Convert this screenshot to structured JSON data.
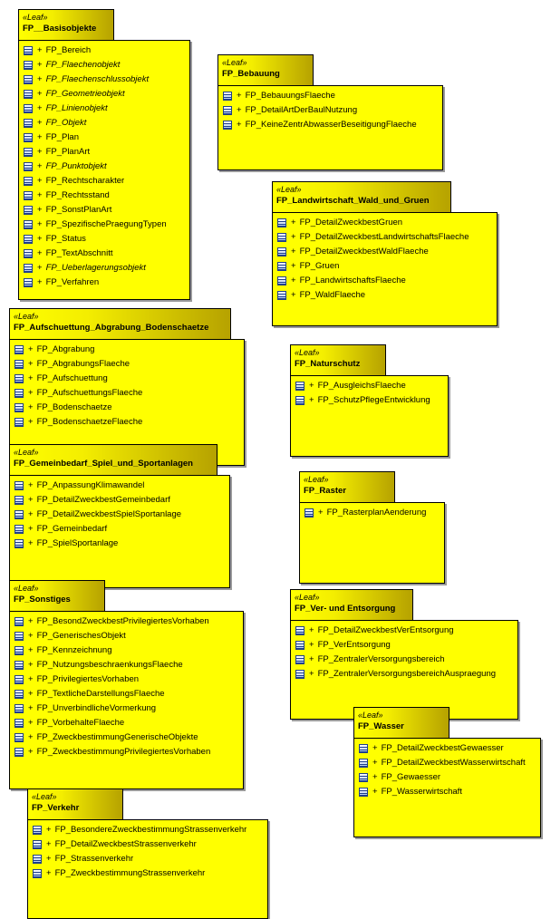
{
  "packages": [
    {
      "id": "basis",
      "stereotype": "«Leaf»",
      "name": "FP__Basisobjekte",
      "items": [
        {
          "visibility": "+",
          "name": "FP_Bereich",
          "italic": false
        },
        {
          "visibility": "+",
          "name": "FP_Flaechenobjekt",
          "italic": true
        },
        {
          "visibility": "+",
          "name": "FP_Flaechenschlussobjekt",
          "italic": true
        },
        {
          "visibility": "+",
          "name": "FP_Geometrieobjekt",
          "italic": true
        },
        {
          "visibility": "+",
          "name": "FP_Linienobjekt",
          "italic": true
        },
        {
          "visibility": "+",
          "name": "FP_Objekt",
          "italic": true
        },
        {
          "visibility": "+",
          "name": "FP_Plan",
          "italic": false
        },
        {
          "visibility": "+",
          "name": "FP_PlanArt",
          "italic": false
        },
        {
          "visibility": "+",
          "name": "FP_Punktobjekt",
          "italic": true
        },
        {
          "visibility": "+",
          "name": "FP_Rechtscharakter",
          "italic": false
        },
        {
          "visibility": "+",
          "name": "FP_Rechtsstand",
          "italic": false
        },
        {
          "visibility": "+",
          "name": "FP_SonstPlanArt",
          "italic": false
        },
        {
          "visibility": "+",
          "name": "FP_SpezifischePraegungTypen",
          "italic": false
        },
        {
          "visibility": "+",
          "name": "FP_Status",
          "italic": false
        },
        {
          "visibility": "+",
          "name": "FP_TextAbschnitt",
          "italic": false
        },
        {
          "visibility": "+",
          "name": "FP_Ueberlagerungsobjekt",
          "italic": true
        },
        {
          "visibility": "+",
          "name": "FP_Verfahren",
          "italic": false
        }
      ]
    },
    {
      "id": "bebauung",
      "stereotype": "«Leaf»",
      "name": "FP_Bebauung",
      "items": [
        {
          "visibility": "+",
          "name": "FP_BebauungsFlaeche",
          "italic": false
        },
        {
          "visibility": "+",
          "name": "FP_DetailArtDerBaulNutzung",
          "italic": false
        },
        {
          "visibility": "+",
          "name": "FP_KeineZentrAbwasserBeseitigungFlaeche",
          "italic": false
        }
      ]
    },
    {
      "id": "landwirtschaft",
      "stereotype": "«Leaf»",
      "name": "FP_Landwirtschaft_Wald_und_Gruen",
      "items": [
        {
          "visibility": "+",
          "name": "FP_DetailZweckbestGruen",
          "italic": false
        },
        {
          "visibility": "+",
          "name": "FP_DetailZweckbestLandwirtschaftsFlaeche",
          "italic": false
        },
        {
          "visibility": "+",
          "name": "FP_DetailZweckbestWaldFlaeche",
          "italic": false
        },
        {
          "visibility": "+",
          "name": "FP_Gruen",
          "italic": false
        },
        {
          "visibility": "+",
          "name": "FP_LandwirtschaftsFlaeche",
          "italic": false
        },
        {
          "visibility": "+",
          "name": "FP_WaldFlaeche",
          "italic": false
        }
      ]
    },
    {
      "id": "aufschuettung",
      "stereotype": "«Leaf»",
      "name": "FP_Aufschuettung_Abgrabung_Bodenschaetze",
      "items": [
        {
          "visibility": "+",
          "name": "FP_Abgrabung",
          "italic": false
        },
        {
          "visibility": "+",
          "name": "FP_AbgrabungsFlaeche",
          "italic": false
        },
        {
          "visibility": "+",
          "name": "FP_Aufschuettung",
          "italic": false
        },
        {
          "visibility": "+",
          "name": "FP_AufschuettungsFlaeche",
          "italic": false
        },
        {
          "visibility": "+",
          "name": "FP_Bodenschaetze",
          "italic": false
        },
        {
          "visibility": "+",
          "name": "FP_BodenschaetzeFlaeche",
          "italic": false
        }
      ]
    },
    {
      "id": "naturschutz",
      "stereotype": "«Leaf»",
      "name": "FP_Naturschutz",
      "items": [
        {
          "visibility": "+",
          "name": "FP_AusgleichsFlaeche",
          "italic": false
        },
        {
          "visibility": "+",
          "name": "FP_SchutzPflegeEntwicklung",
          "italic": false
        }
      ]
    },
    {
      "id": "gemeinbedarf",
      "stereotype": "«Leaf»",
      "name": "FP_Gemeinbedarf_Spiel_und_Sportanlagen",
      "items": [
        {
          "visibility": "+",
          "name": "FP_AnpassungKlimawandel",
          "italic": false
        },
        {
          "visibility": "+",
          "name": "FP_DetailZweckbestGemeinbedarf",
          "italic": false
        },
        {
          "visibility": "+",
          "name": "FP_DetailZweckbestSpielSportanlage",
          "italic": false
        },
        {
          "visibility": "+",
          "name": "FP_Gemeinbedarf",
          "italic": false
        },
        {
          "visibility": "+",
          "name": "FP_SpielSportanlage",
          "italic": false
        }
      ]
    },
    {
      "id": "raster",
      "stereotype": "«Leaf»",
      "name": "FP_Raster",
      "items": [
        {
          "visibility": "+",
          "name": "FP_RasterplanAenderung",
          "italic": false
        }
      ]
    },
    {
      "id": "sonstiges",
      "stereotype": "«Leaf»",
      "name": "FP_Sonstiges",
      "items": [
        {
          "visibility": "+",
          "name": "FP_BesondZweckbestPrivilegiertesVorhaben",
          "italic": false
        },
        {
          "visibility": "+",
          "name": "FP_GenerischesObjekt",
          "italic": false
        },
        {
          "visibility": "+",
          "name": "FP_Kennzeichnung",
          "italic": false
        },
        {
          "visibility": "+",
          "name": "FP_NutzungsbeschraenkungsFlaeche",
          "italic": false
        },
        {
          "visibility": "+",
          "name": "FP_PrivilegiertesVorhaben",
          "italic": false
        },
        {
          "visibility": "+",
          "name": "FP_TextlicheDarstellungsFlaeche",
          "italic": false
        },
        {
          "visibility": "+",
          "name": "FP_UnverbindlicheVormerkung",
          "italic": false
        },
        {
          "visibility": "+",
          "name": "FP_VorbehalteFlaeche",
          "italic": false
        },
        {
          "visibility": "+",
          "name": "FP_ZweckbestimmungGenerischeObjekte",
          "italic": false
        },
        {
          "visibility": "+",
          "name": "FP_ZweckbestimmungPrivilegiertesVorhaben",
          "italic": false
        }
      ]
    },
    {
      "id": "ver_entsorgung",
      "stereotype": "«Leaf»",
      "name": "FP_Ver- und Entsorgung",
      "items": [
        {
          "visibility": "+",
          "name": "FP_DetailZweckbestVerEntsorgung",
          "italic": false
        },
        {
          "visibility": "+",
          "name": "FP_VerEntsorgung",
          "italic": false
        },
        {
          "visibility": "+",
          "name": "FP_ZentralerVersorgungsbereich",
          "italic": false
        },
        {
          "visibility": "+",
          "name": "FP_ZentralerVersorgungsbereichAuspraegung",
          "italic": false
        }
      ]
    },
    {
      "id": "wasser",
      "stereotype": "«Leaf»",
      "name": "FP_Wasser",
      "items": [
        {
          "visibility": "+",
          "name": "FP_DetailZweckbestGewaesser",
          "italic": false
        },
        {
          "visibility": "+",
          "name": "FP_DetailZweckbestWasserwirtschaft",
          "italic": false
        },
        {
          "visibility": "+",
          "name": "FP_Gewaesser",
          "italic": false
        },
        {
          "visibility": "+",
          "name": "FP_Wasserwirtschaft",
          "italic": false
        }
      ]
    },
    {
      "id": "verkehr",
      "stereotype": "«Leaf»",
      "name": "FP_Verkehr",
      "items": [
        {
          "visibility": "+",
          "name": "FP_BesondereZweckbestimmungStrassenverkehr",
          "italic": false
        },
        {
          "visibility": "+",
          "name": "FP_DetailZweckbestStrassenverkehr",
          "italic": false
        },
        {
          "visibility": "+",
          "name": "FP_Strassenverkehr",
          "italic": false
        },
        {
          "visibility": "+",
          "name": "FP_ZweckbestimmungStrassenverkehr",
          "italic": false
        }
      ]
    }
  ]
}
